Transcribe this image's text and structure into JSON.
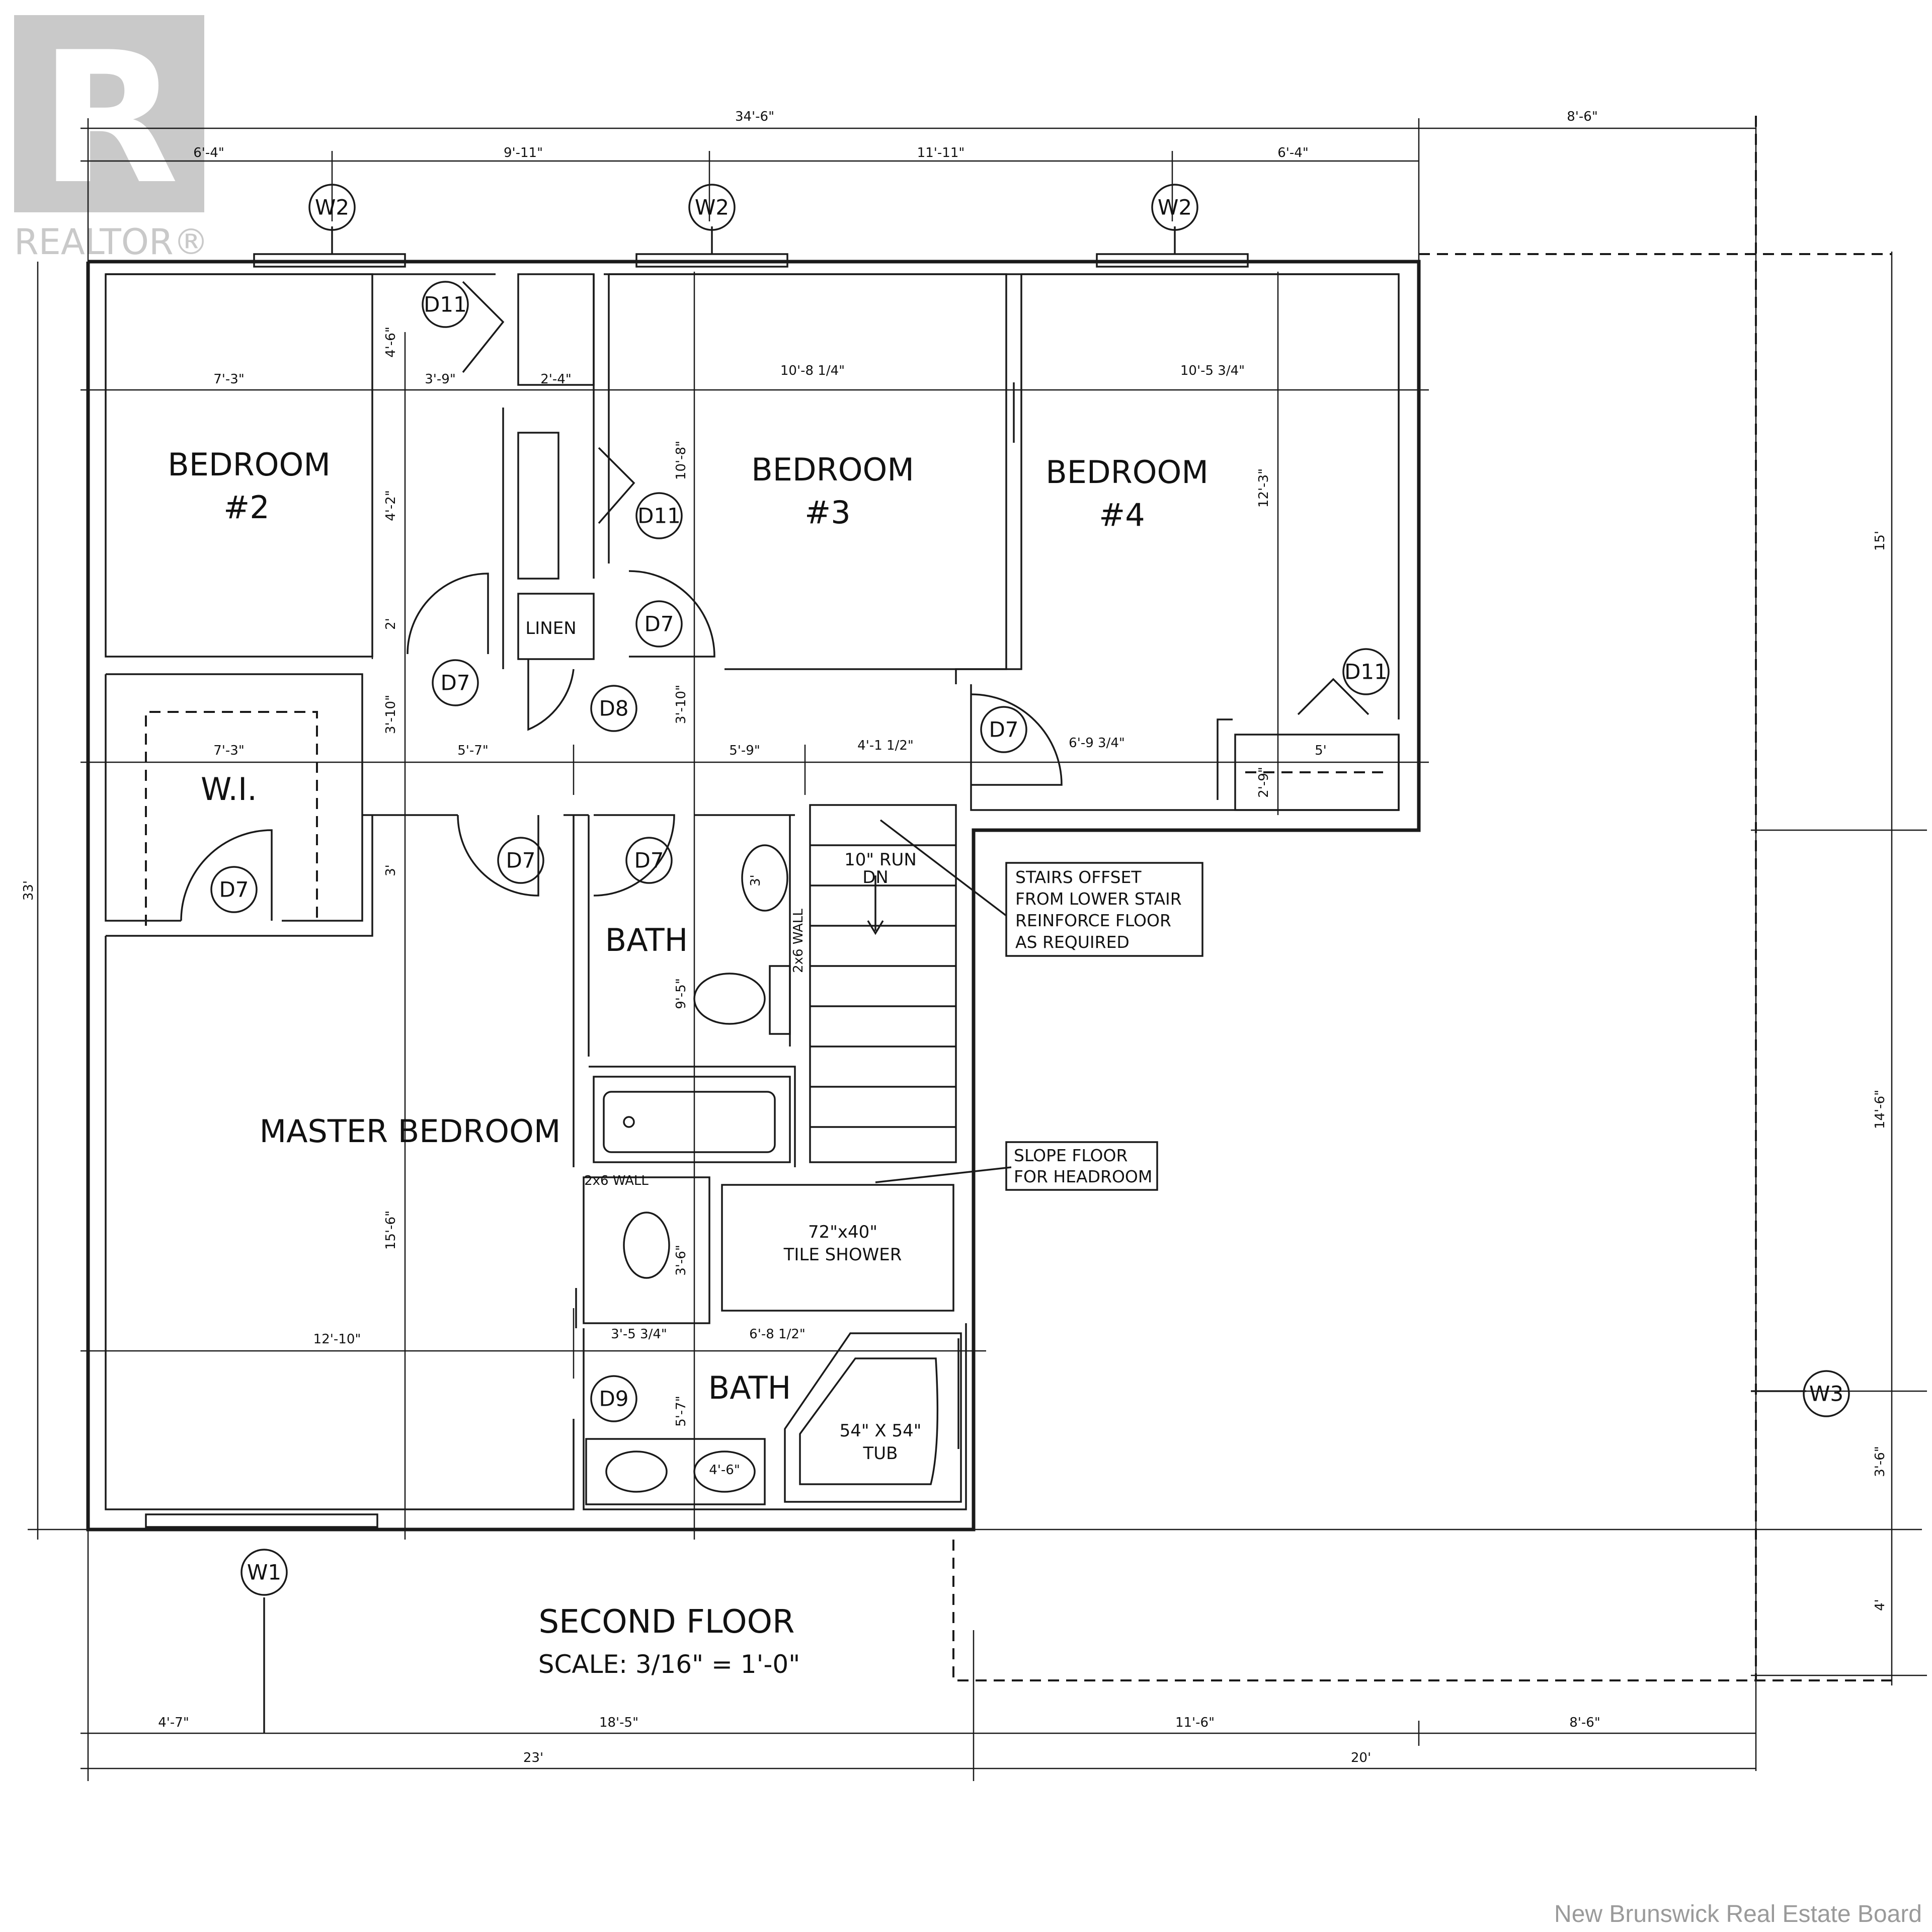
{
  "realtor_logo": {
    "letter": "R",
    "text": "REALTOR®"
  },
  "rooms": {
    "bedroom2": [
      "BEDROOM",
      "#2"
    ],
    "bedroom3": [
      "BEDROOM",
      "#3"
    ],
    "bedroom4": [
      "BEDROOM",
      "#4"
    ],
    "walk_in": "W.I.",
    "linen": "LINEN",
    "bath_upper": "BATH",
    "master": "MASTER BEDROOM",
    "bath_lower": "BATH"
  },
  "fixtures": {
    "shower": [
      "72\"x40\"",
      "TILE SHOWER"
    ],
    "tub": [
      "54\" X 54\"",
      "TUB"
    ],
    "stairs": [
      "10\" RUN",
      "DN"
    ],
    "wall_2x6_a": "2x6 WALL",
    "wall_2x6_b": "2x6 WALL",
    "linen_width": "3'",
    "vanity_width": "4'-6\""
  },
  "notes": {
    "stairs_offset": [
      "STAIRS OFFSET",
      "FROM LOWER STAIR",
      "REINFORCE FLOOR",
      "AS REQUIRED"
    ],
    "slope_floor": [
      "SLOPE FLOOR",
      "FOR HEADROOM"
    ]
  },
  "tags": {
    "window_w2_a": "W2",
    "window_w2_b": "W2",
    "window_w2_c": "W2",
    "window_w1": "W1",
    "window_w3": "W3",
    "door_d11_a": "D11",
    "door_d11_b": "D11",
    "door_d11_c": "D11",
    "door_d7_a": "D7",
    "door_d7_b": "D7",
    "door_d7_c": "D7",
    "door_d7_d": "D7",
    "door_d7_e": "D7",
    "door_d7_f": "D7",
    "door_d8": "D8",
    "door_d9": "D9"
  },
  "dimensions": {
    "top_overall": "34'-6\"",
    "top_right": "8'-6\"",
    "top_1": "6'-4\"",
    "top_2": "9'-11\"",
    "top_3": "11'-11\"",
    "top_4": "6'-4\"",
    "bed2_width": "7'-3\"",
    "hall_top": "3'-9\"",
    "closet_top": "2'-4\"",
    "bed3_width": "10'-8 1/4\"",
    "bed4_width": "10'-5 3/4\"",
    "wi_width": "7'-3\"",
    "hall_mid": "5'-7\"",
    "hall_mid2": "5'-9\"",
    "hall_mid3": "4'-1 1/2\"",
    "bed4_mid": "6'-9 3/4\"",
    "closet_right": "5'",
    "master_width": "12'-10\"",
    "bath_mid": "3'-5 3/4\"",
    "bath_mid2": "6'-8 1/2\"",
    "v_46": "4'-6\"",
    "v_42": "4'-2\"",
    "v_2": "2'",
    "v_310a": "3'-10\"",
    "v_3": "3'",
    "v_108": "10'-8\"",
    "v_310b": "3'-10\"",
    "v_95": "9'-5\"",
    "v_1023": "12'-3\"",
    "v_29": "2'-9\"",
    "v_156": "15'-6\"",
    "v_36a": "3'-6\"",
    "v_57": "5'-7\"",
    "left_overall": "33'",
    "right_15": "15'",
    "right_146": "14'-6\"",
    "right_36": "3'-6\"",
    "right_4": "4'",
    "bottom_1": "4'-7\"",
    "bottom_2": "18'-5\"",
    "bottom_3": "11'-6\"",
    "bottom_4": "8'-6\"",
    "bottom_23": "23'",
    "bottom_20": "20'"
  },
  "title": {
    "main": "SECOND FLOOR",
    "scale": "SCALE: 3/16\" = 1'-0\""
  },
  "footer": "New Brunswick Real Estate Board"
}
